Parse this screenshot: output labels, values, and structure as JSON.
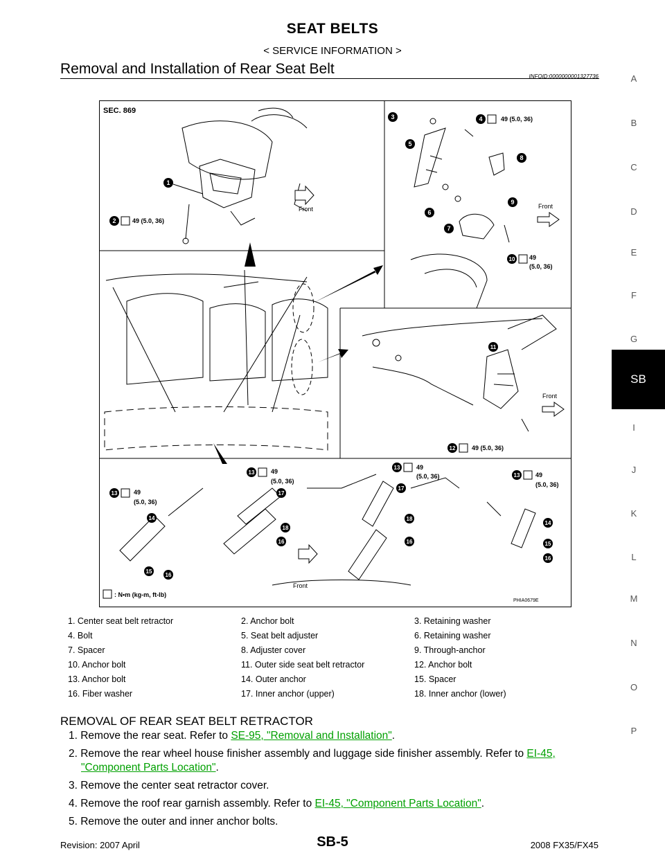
{
  "header": {
    "title": "SEAT BELTS",
    "subtitle": "< SERVICE INFORMATION >"
  },
  "section": {
    "title": "Removal and Installation of Rear Seat Belt",
    "infoid": "INFOID:0000000001327736"
  },
  "side_index": {
    "letters": [
      "A",
      "B",
      "C",
      "D",
      "E",
      "F",
      "G",
      "I",
      "J",
      "K",
      "L",
      "M",
      "N",
      "O",
      "P"
    ],
    "active": "SB"
  },
  "diagram": {
    "sec_label": "SEC. 869",
    "torque_49_full": "49 (5.0, 36)",
    "torque_49": "49",
    "torque_paren": "(5.0, 36)",
    "front": "Front",
    "unit_legend": ": N•m (kg-m, ft-lb)",
    "ref_code": "PHIA0679E"
  },
  "legend": {
    "rows": [
      [
        "1.  Center seat belt retractor",
        "2.  Anchor bolt",
        "3.  Retaining washer"
      ],
      [
        "4.  Bolt",
        "5.  Seat belt adjuster",
        "6.  Retaining washer"
      ],
      [
        "7.  Spacer",
        "8.  Adjuster cover",
        "9.  Through-anchor"
      ],
      [
        "10.  Anchor bolt",
        "11.  Outer side seat belt retractor",
        "12.  Anchor bolt"
      ],
      [
        "13.  Anchor bolt",
        "14.  Outer anchor",
        "15.  Spacer"
      ],
      [
        "16.  Fiber washer",
        "17.   Inner anchor (upper)",
        "18.   Inner anchor (lower)"
      ]
    ]
  },
  "procedure": {
    "heading": "REMOVAL OF REAR SEAT BELT RETRACTOR",
    "step1_text": "1. Remove the rear seat. Refer to ",
    "step1_link": "SE-95, \"Removal and Installation\"",
    "step2_text": "2. Remove the rear wheel house finisher assembly and luggage side finisher assembly. Refer to ",
    "step2_link_a": "EI-45,",
    "step2_link_b": "\"Component Parts Location\"",
    "step3_text": "3. Remove the center seat retractor cover.",
    "step4_text": "4. Remove the roof rear garnish assembly. Refer to ",
    "step4_link": "EI-45, \"Component Parts Location\"",
    "step5_text": "5. Remove the outer and inner anchor bolts.",
    "period": "."
  },
  "footer": {
    "revision": "Revision: 2007 April",
    "page": "SB-5",
    "model": "2008 FX35/FX45"
  }
}
